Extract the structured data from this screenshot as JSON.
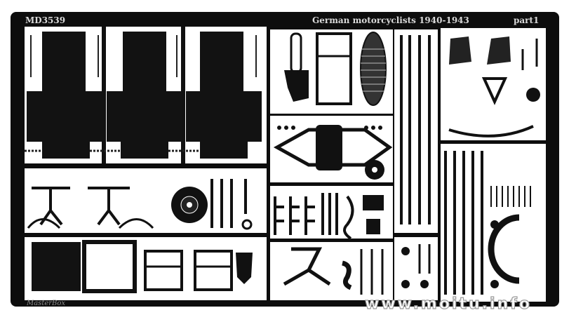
{
  "sheet": {
    "code": "MD3539",
    "title": "German motorcyclists 1940-1943",
    "part": "part1",
    "maker": "MasterBox"
  },
  "watermark": {
    "text": "www.moitu.info"
  }
}
